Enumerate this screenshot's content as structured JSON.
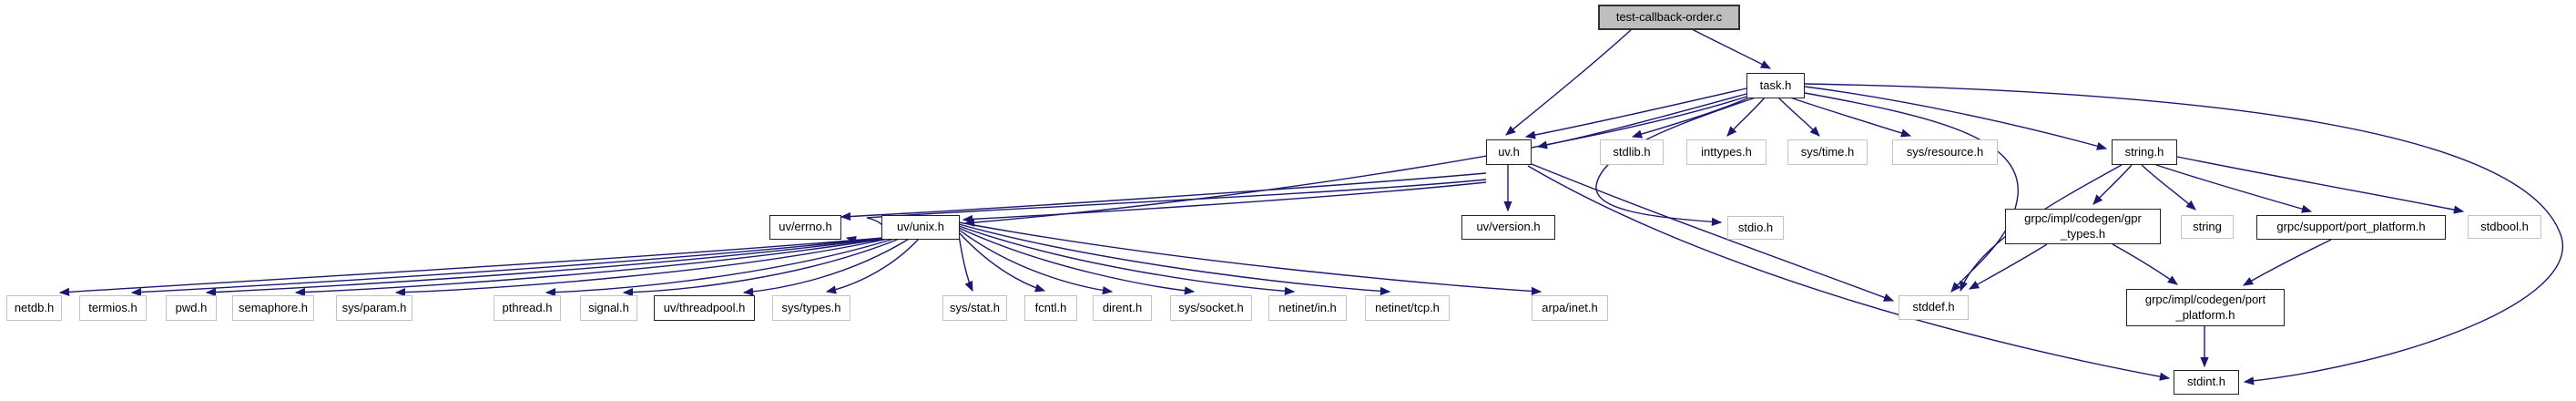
{
  "diagram": {
    "title": "test-callback-order.c",
    "kind": "include-dependency-graph"
  },
  "colors": {
    "edge": "#191970",
    "linked_border": "#222222",
    "external_border": "#c3c3c3",
    "current_fill": "#bebebe",
    "current_border": "#333333",
    "node_fill": "#ffffff",
    "text": "#000000",
    "background": "#ffffff"
  },
  "nodes": {
    "test_callback_order_c": {
      "label": "test-callback-order.c"
    },
    "task_h": {
      "label": "task.h"
    },
    "uv_h": {
      "label": "uv.h"
    },
    "stdlib_h": {
      "label": "stdlib.h"
    },
    "inttypes_h": {
      "label": "inttypes.h"
    },
    "sys_time_h": {
      "label": "sys/time.h"
    },
    "sys_resource_h": {
      "label": "sys/resource.h"
    },
    "string_h": {
      "label": "string.h"
    },
    "uv_errno_h": {
      "label": "uv/errno.h"
    },
    "uv_unix_h": {
      "label": "uv/unix.h"
    },
    "uv_version_h": {
      "label": "uv/version.h"
    },
    "stdio_h": {
      "label": "stdio.h"
    },
    "gpr_types_h": {
      "label": "grpc/impl/codegen/gpr\n_types.h"
    },
    "string_cpp": {
      "label": "string"
    },
    "grpc_support_port_platform_h": {
      "label": "grpc/support/port_platform.h"
    },
    "stdbool_h": {
      "label": "stdbool.h"
    },
    "netdb_h": {
      "label": "netdb.h"
    },
    "termios_h": {
      "label": "termios.h"
    },
    "pwd_h": {
      "label": "pwd.h"
    },
    "semaphore_h": {
      "label": "semaphore.h"
    },
    "sys_param_h": {
      "label": "sys/param.h"
    },
    "pthread_h": {
      "label": "pthread.h"
    },
    "signal_h": {
      "label": "signal.h"
    },
    "uv_threadpool_h": {
      "label": "uv/threadpool.h"
    },
    "sys_types_h": {
      "label": "sys/types.h"
    },
    "sys_stat_h": {
      "label": "sys/stat.h"
    },
    "fcntl_h": {
      "label": "fcntl.h"
    },
    "dirent_h": {
      "label": "dirent.h"
    },
    "sys_socket_h": {
      "label": "sys/socket.h"
    },
    "netinet_in_h": {
      "label": "netinet/in.h"
    },
    "netinet_tcp_h": {
      "label": "netinet/tcp.h"
    },
    "arpa_inet_h": {
      "label": "arpa/inet.h"
    },
    "stddef_h": {
      "label": "stddef.h"
    },
    "grpc_impl_port_platform_h": {
      "label": "grpc/impl/codegen/port\n_platform.h"
    },
    "stdint_h": {
      "label": "stdint.h"
    }
  },
  "edges": [
    {
      "from": "test-callback-order.c",
      "to": "task.h"
    },
    {
      "from": "test-callback-order.c",
      "to": "uv.h"
    },
    {
      "from": "task.h",
      "to": "uv.h"
    },
    {
      "from": "task.h",
      "to": "uv/unix.h"
    },
    {
      "from": "task.h",
      "to": "stdlib.h"
    },
    {
      "from": "task.h",
      "to": "inttypes.h"
    },
    {
      "from": "task.h",
      "to": "sys/time.h"
    },
    {
      "from": "task.h",
      "to": "sys/resource.h"
    },
    {
      "from": "task.h",
      "to": "string.h"
    },
    {
      "from": "task.h",
      "to": "stdio.h"
    },
    {
      "from": "task.h",
      "to": "stddef.h"
    },
    {
      "from": "task.h",
      "to": "stdint.h"
    },
    {
      "from": "uv.h",
      "to": "uv/errno.h"
    },
    {
      "from": "uv.h",
      "to": "uv/unix.h"
    },
    {
      "from": "uv.h",
      "to": "uv/version.h"
    },
    {
      "from": "uv.h",
      "to": "stddef.h"
    },
    {
      "from": "uv.h",
      "to": "stdint.h"
    },
    {
      "from": "uv/unix.h",
      "to": "netdb.h"
    },
    {
      "from": "uv/unix.h",
      "to": "termios.h"
    },
    {
      "from": "uv/unix.h",
      "to": "pwd.h"
    },
    {
      "from": "uv/unix.h",
      "to": "semaphore.h"
    },
    {
      "from": "uv/unix.h",
      "to": "sys/param.h"
    },
    {
      "from": "uv/unix.h",
      "to": "pthread.h"
    },
    {
      "from": "uv/unix.h",
      "to": "signal.h"
    },
    {
      "from": "uv/unix.h",
      "to": "uv/threadpool.h"
    },
    {
      "from": "uv/unix.h",
      "to": "sys/types.h"
    },
    {
      "from": "uv/unix.h",
      "to": "sys/stat.h"
    },
    {
      "from": "uv/unix.h",
      "to": "fcntl.h"
    },
    {
      "from": "uv/unix.h",
      "to": "dirent.h"
    },
    {
      "from": "uv/unix.h",
      "to": "sys/socket.h"
    },
    {
      "from": "uv/unix.h",
      "to": "netinet/in.h"
    },
    {
      "from": "uv/unix.h",
      "to": "netinet/tcp.h"
    },
    {
      "from": "uv/unix.h",
      "to": "arpa/inet.h"
    },
    {
      "from": "string.h",
      "to": "grpc/impl/codegen/gpr_types.h"
    },
    {
      "from": "string.h",
      "to": "string"
    },
    {
      "from": "string.h",
      "to": "grpc/support/port_platform.h"
    },
    {
      "from": "string.h",
      "to": "stdbool.h"
    },
    {
      "from": "string.h",
      "to": "stddef.h"
    },
    {
      "from": "grpc/impl/codegen/gpr_types.h",
      "to": "stddef.h"
    },
    {
      "from": "grpc/impl/codegen/gpr_types.h",
      "to": "grpc/impl/codegen/port_platform.h"
    },
    {
      "from": "grpc/support/port_platform.h",
      "to": "grpc/impl/codegen/port_platform.h"
    },
    {
      "from": "grpc/impl/codegen/port_platform.h",
      "to": "stdint.h"
    }
  ]
}
